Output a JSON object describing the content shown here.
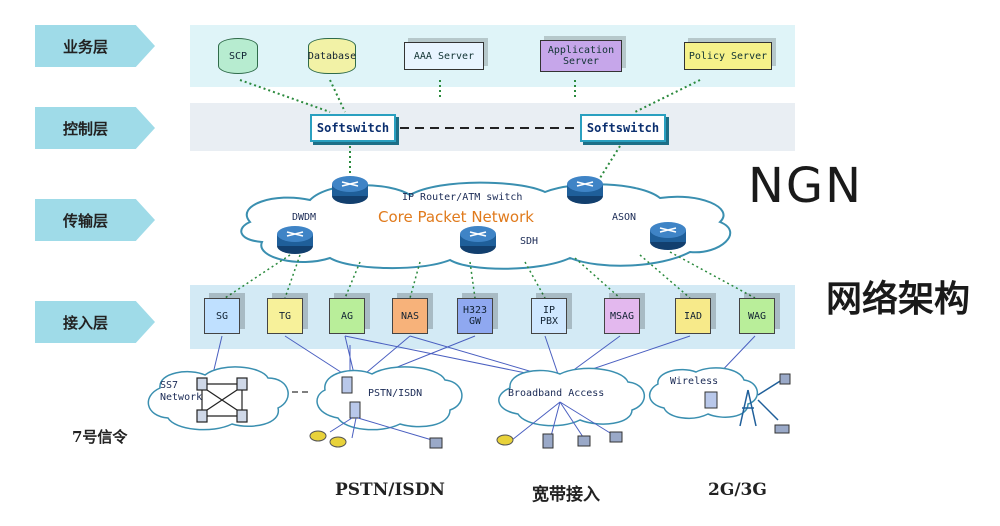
{
  "layers": [
    {
      "id": "service",
      "label": "业务层"
    },
    {
      "id": "control",
      "label": "控制层"
    },
    {
      "id": "transport",
      "label": "传输层"
    },
    {
      "id": "access",
      "label": "接入层"
    }
  ],
  "service_nodes": [
    {
      "label": "SCP",
      "shape": "cylinder",
      "color": "#b7ecd0"
    },
    {
      "label": "Database",
      "shape": "cylinder",
      "color": "#f2f2a6"
    },
    {
      "label": "AAA Server",
      "shape": "box",
      "color": "#e8f4ff"
    },
    {
      "label": "Application Server",
      "shape": "box",
      "color": "#c6a6ea"
    },
    {
      "label": "Policy Server",
      "shape": "box",
      "color": "#f6f28a"
    }
  ],
  "softswitches": [
    "Softswitch",
    "Softswitch"
  ],
  "core": {
    "title": "Core Packet Network",
    "router_label": "IP Router/ATM switch",
    "dwdm": "DWDM",
    "ason": "ASON",
    "sdh": "SDH"
  },
  "access_gateways": [
    {
      "label": "SG",
      "color": "#bfe0ff"
    },
    {
      "label": "TG",
      "color": "#f7f19a"
    },
    {
      "label": "AG",
      "color": "#b9ee9a"
    },
    {
      "label": "NAS",
      "color": "#f7b27a"
    },
    {
      "label": "H323 GW",
      "color": "#8fa8f0"
    },
    {
      "label": "IP PBX",
      "color": "#cfe7ff"
    },
    {
      "label": "MSAG",
      "color": "#e3b8ee"
    },
    {
      "label": "IAD",
      "color": "#f7ea8a"
    },
    {
      "label": "WAG",
      "color": "#b9ee9a"
    }
  ],
  "edge_networks": {
    "ss7": "SS7 Network",
    "pstn": "PSTN/ISDN",
    "broadband": "Broadband Access",
    "wireless": "Wireless"
  },
  "captions": {
    "ss7": "7号信令",
    "pstn": "PSTN/ISDN",
    "broadband": "宽带接入",
    "mobile": "2G/3G"
  },
  "side_title": {
    "ngn": "NGN",
    "arch": "网络架构"
  },
  "colors": {
    "band": "#dff3f8",
    "band_access": "#cfe8f4",
    "arrow": "#9fdbe8",
    "cloud_stroke": "#3a8fb0",
    "link": "#2b8a3e",
    "router": "#1f5f9a"
  }
}
